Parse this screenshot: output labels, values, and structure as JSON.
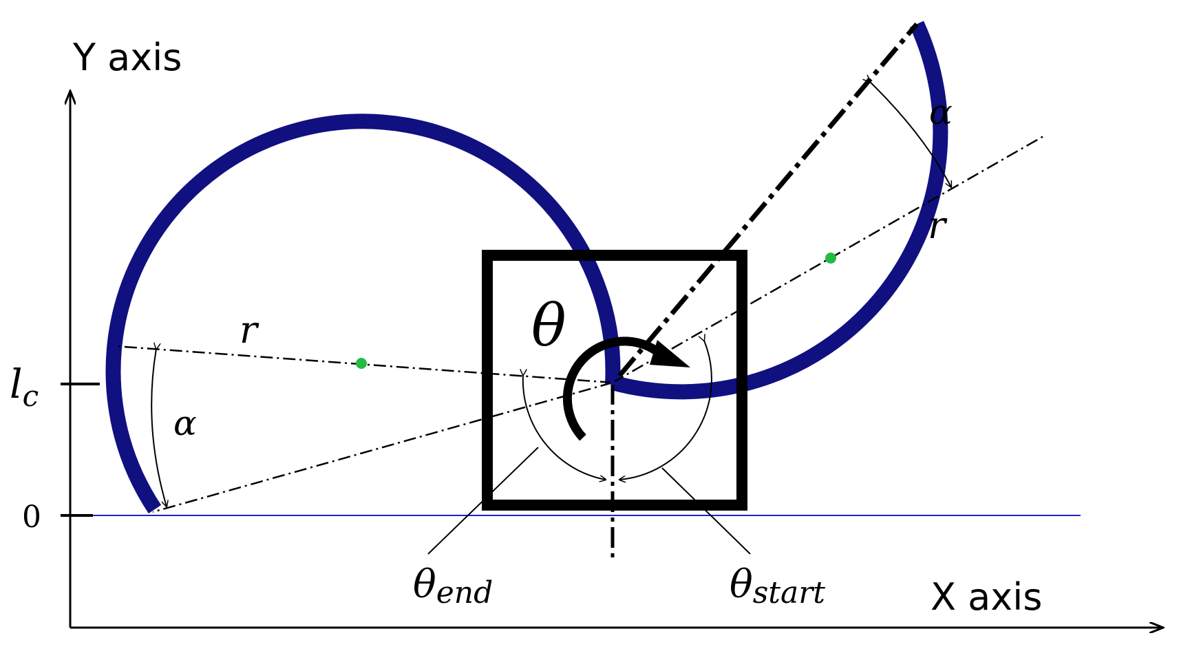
{
  "axes": {
    "x_label": "X axis",
    "y_label": "Y axis",
    "tick_zero": "0",
    "tick_lc_main": "l",
    "tick_lc_sub": "c"
  },
  "labels": {
    "theta": "θ",
    "theta_end_main": "θ",
    "theta_end_sub": "end",
    "theta_start_main": "θ",
    "theta_start_sub": "start",
    "r_left": "r",
    "r_right": "r",
    "alpha_left": "α",
    "alpha_right": "α"
  },
  "colors": {
    "curve": "#101080",
    "baseline": "#2020d0",
    "center_dot": "#22bb44",
    "lines": "#000000"
  }
}
